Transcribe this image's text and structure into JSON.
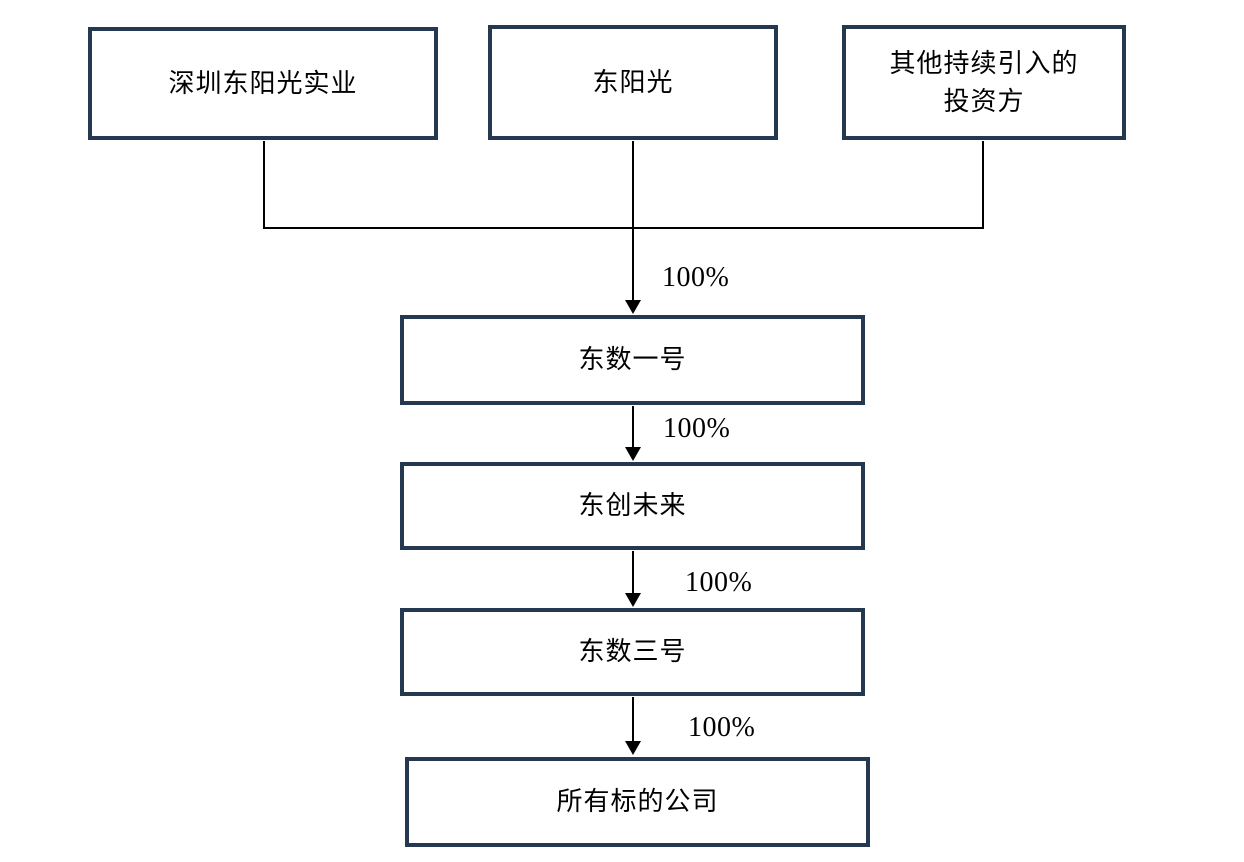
{
  "diagram": {
    "type": "ownership-structure-flowchart",
    "colors": {
      "box_border": "#243850",
      "connector": "#000000",
      "text": "#000000",
      "background": "#ffffff"
    },
    "top_row": [
      {
        "id": "shenzhen-dongyangguang-industrial",
        "label": "深圳东阳光实业"
      },
      {
        "id": "dongyangguang",
        "label": "东阳光"
      },
      {
        "id": "other-investors",
        "label": "其他持续引入的\n投资方"
      }
    ],
    "chain": [
      {
        "id": "dongshu-no1",
        "label": "东数一号",
        "ownership_in": "100%"
      },
      {
        "id": "dongchuang-future",
        "label": "东创未来",
        "ownership_in": "100%"
      },
      {
        "id": "dongshu-no3",
        "label": "东数三号",
        "ownership_in": "100%"
      },
      {
        "id": "all-target-companies",
        "label": "所有标的公司",
        "ownership_in": "100%"
      }
    ]
  }
}
